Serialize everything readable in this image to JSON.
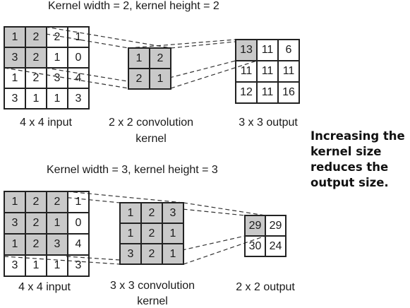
{
  "top": {
    "title": "Kernel width = 2, kernel height = 2",
    "input_grid": [
      [
        1,
        2,
        2,
        1
      ],
      [
        3,
        2,
        1,
        0
      ],
      [
        1,
        2,
        3,
        4
      ],
      [
        3,
        1,
        1,
        3
      ]
    ],
    "input_highlight": [
      [
        0,
        0
      ],
      [
        0,
        1
      ],
      [
        1,
        0
      ],
      [
        1,
        1
      ]
    ],
    "kernel_grid": [
      [
        1,
        2
      ],
      [
        2,
        1
      ]
    ],
    "output_grid": [
      [
        13,
        11,
        6
      ],
      [
        11,
        11,
        11
      ],
      [
        12,
        11,
        16
      ]
    ],
    "output_highlight": [
      [
        0,
        0
      ]
    ],
    "input_label": "4 x 4 input",
    "kernel_label_1": "2 x 2 convolution",
    "kernel_label_2": "kernel",
    "output_label": "3 x 3 output"
  },
  "bottom": {
    "title": "Kernel width = 3, kernel height = 3",
    "input_grid": [
      [
        1,
        2,
        2,
        1
      ],
      [
        3,
        2,
        1,
        0
      ],
      [
        1,
        2,
        3,
        4
      ],
      [
        3,
        1,
        1,
        3
      ]
    ],
    "input_highlight": [
      [
        0,
        0
      ],
      [
        0,
        1
      ],
      [
        0,
        2
      ],
      [
        1,
        0
      ],
      [
        1,
        1
      ],
      [
        1,
        2
      ],
      [
        2,
        0
      ],
      [
        2,
        1
      ],
      [
        2,
        2
      ]
    ],
    "kernel_grid": [
      [
        1,
        2,
        3
      ],
      [
        1,
        2,
        1
      ],
      [
        3,
        2,
        1
      ]
    ],
    "output_grid": [
      [
        29,
        29
      ],
      [
        30,
        24
      ]
    ],
    "output_highlight": [
      [
        0,
        0
      ]
    ],
    "input_label": "4 x 4 input",
    "kernel_label_1": "3 x 3 convolution",
    "kernel_label_2": "kernel",
    "output_label": "2 x 2 output"
  },
  "note": {
    "line1": "Increasing the",
    "line2": "kernel size",
    "line3": "reduces the",
    "line4": "output size."
  }
}
